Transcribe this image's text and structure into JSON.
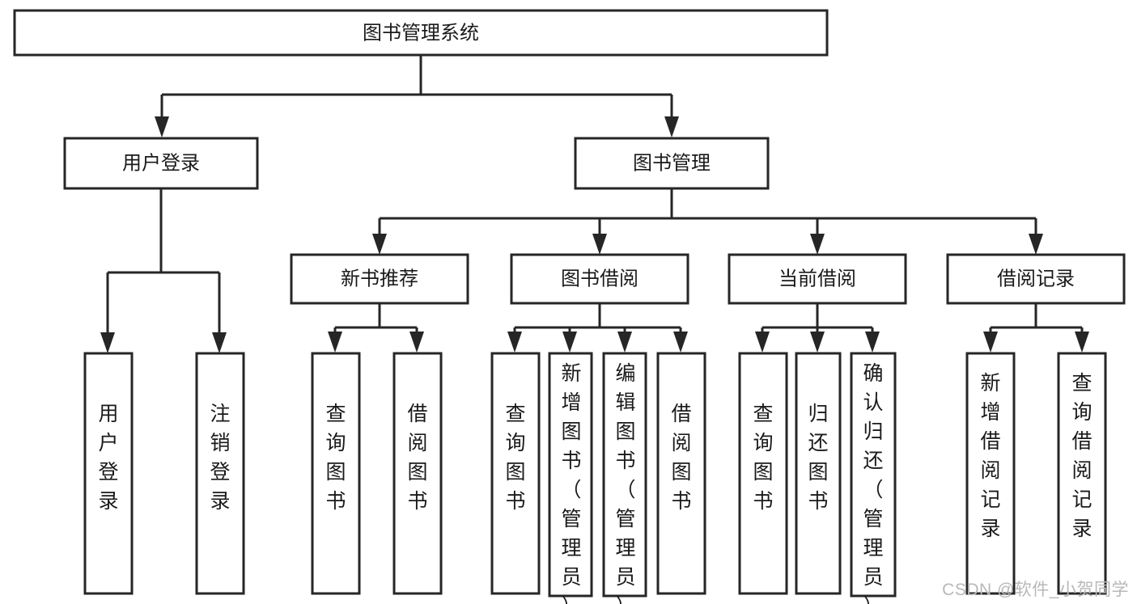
{
  "diagram": {
    "type": "tree",
    "title": "图书管理系统",
    "watermark": "CSDN @软件_小贺同学",
    "colors": {
      "background": "#ffffff",
      "stroke": "#262626",
      "fill": "#ffffff",
      "text": "#1a1a1a",
      "watermark": "#b8b8b8"
    },
    "nodes": {
      "root": {
        "label": "图书管理系统",
        "orientation": "horizontal"
      },
      "level1": [
        {
          "label": "用户登录",
          "orientation": "horizontal"
        },
        {
          "label": "图书管理",
          "orientation": "horizontal"
        }
      ],
      "level2": [
        {
          "label": "新书推荐",
          "orientation": "horizontal"
        },
        {
          "label": "图书借阅",
          "orientation": "horizontal"
        },
        {
          "label": "当前借阅",
          "orientation": "horizontal"
        },
        {
          "label": "借阅记录",
          "orientation": "horizontal"
        }
      ],
      "leaves": {
        "user_login": [
          {
            "label": "用户登录",
            "orientation": "vertical"
          },
          {
            "label": "注销登录",
            "orientation": "vertical"
          }
        ],
        "new_book_recommend": [
          {
            "label": "查询图书",
            "orientation": "vertical"
          },
          {
            "label": "借阅图书",
            "orientation": "vertical"
          }
        ],
        "book_borrow": [
          {
            "label": "查询图书",
            "orientation": "vertical"
          },
          {
            "label": "新增图书（管理员）",
            "orientation": "vertical"
          },
          {
            "label": "编辑图书（管理员）",
            "orientation": "vertical"
          },
          {
            "label": "借阅图书",
            "orientation": "vertical"
          }
        ],
        "current_borrow": [
          {
            "label": "查询图书",
            "orientation": "vertical"
          },
          {
            "label": "归还图书",
            "orientation": "vertical"
          },
          {
            "label": "确认归还（管理员）",
            "orientation": "vertical"
          }
        ],
        "borrow_record": [
          {
            "label": "新增借阅记录",
            "orientation": "vertical"
          },
          {
            "label": "查询借阅记录",
            "orientation": "vertical"
          }
        ]
      }
    }
  }
}
